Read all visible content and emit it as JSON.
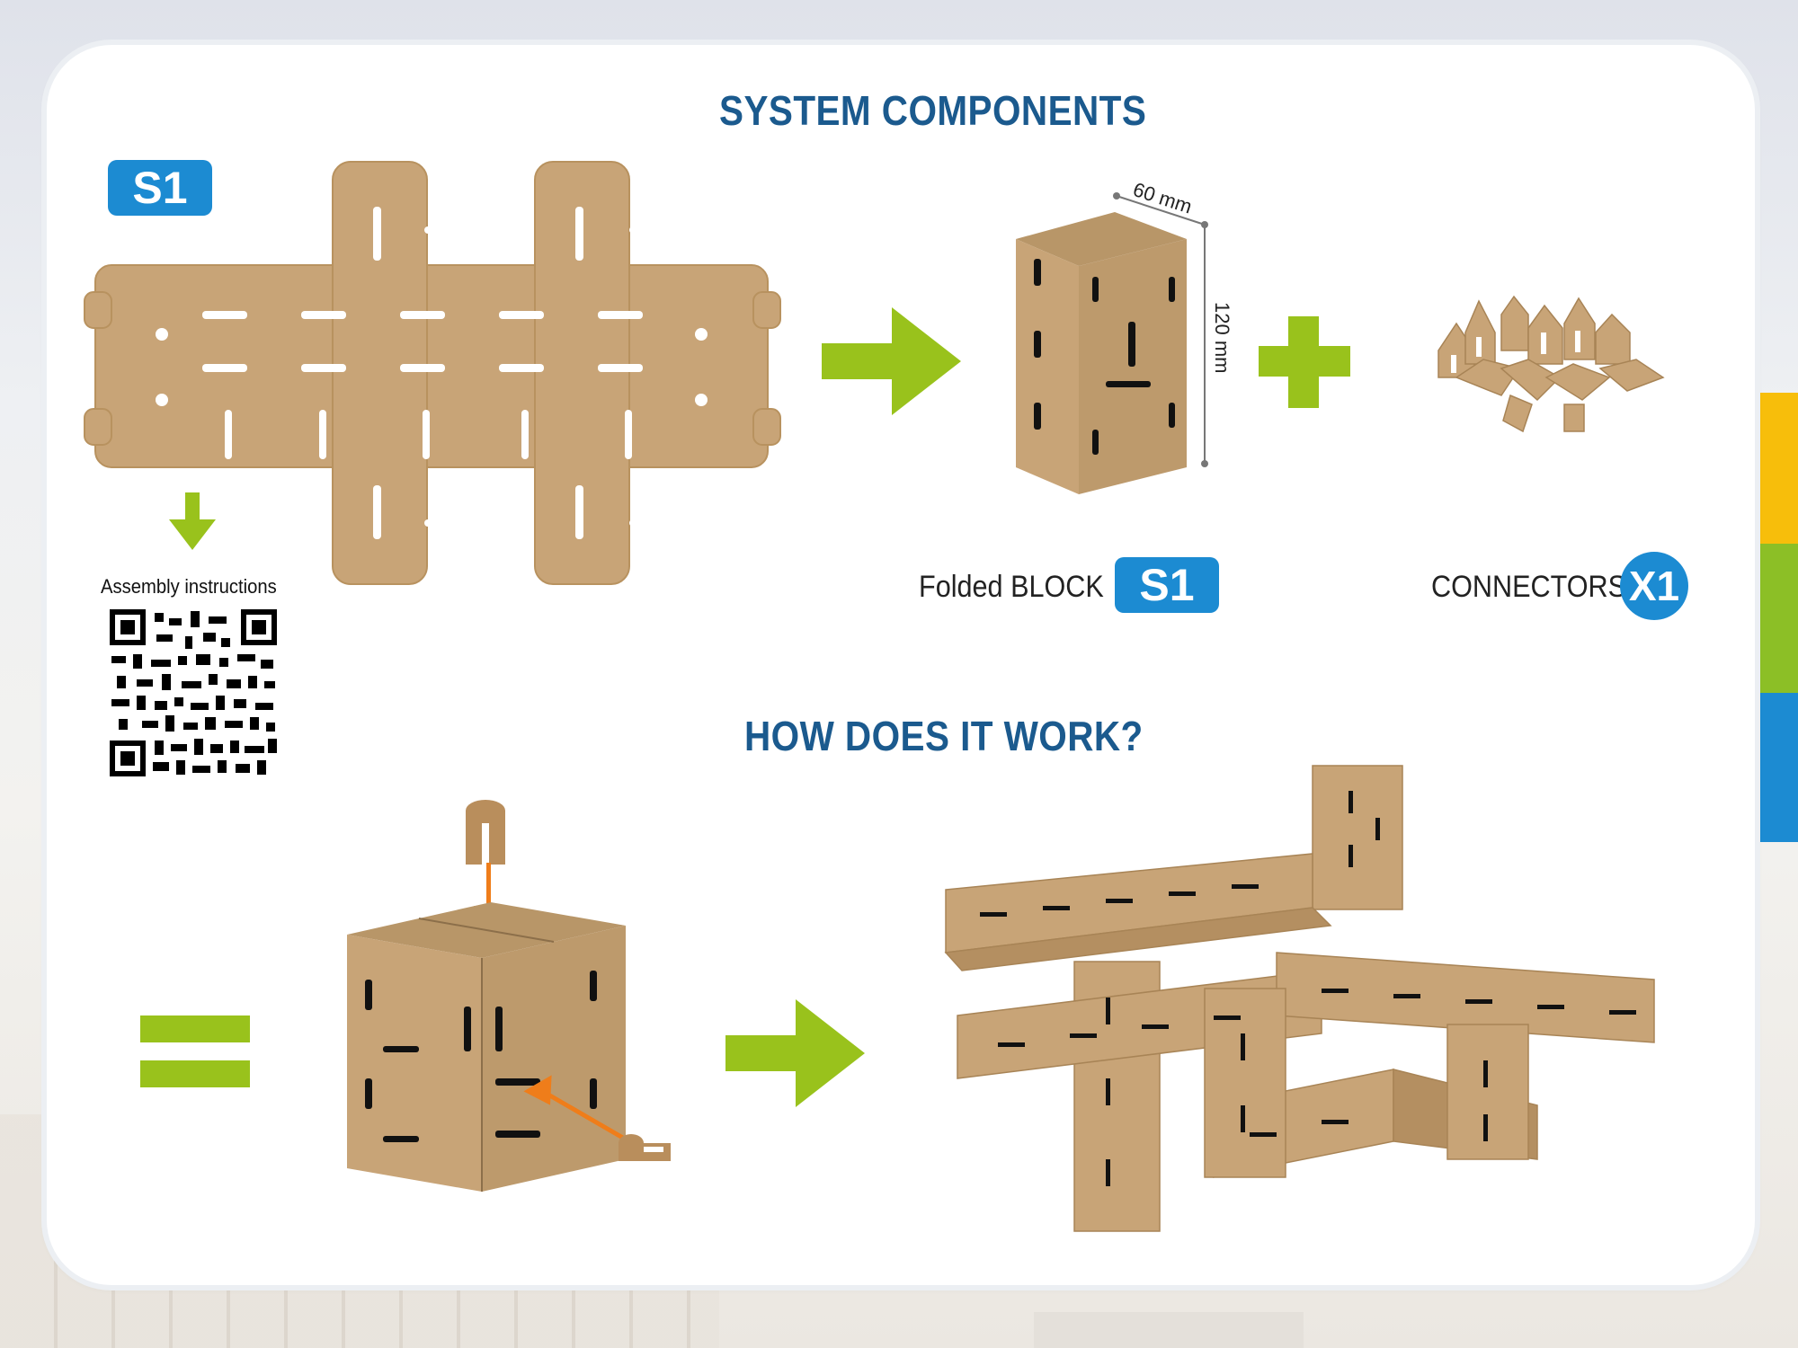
{
  "headings": {
    "system_components": "SYSTEM COMPONENTS",
    "how_does_it_work": "HOW DOES IT WORK?"
  },
  "badges": {
    "flat_sheet": "S1",
    "folded_block": "S1",
    "connectors": "X1"
  },
  "labels": {
    "assembly_instructions": "Assembly instructions",
    "folded_block": "Folded BLOCK",
    "connectors": "CONNECTORS"
  },
  "dimensions": {
    "width": "60 mm",
    "height": "120 mm"
  },
  "colors": {
    "heading": "#1b5a8e",
    "badge": "#1c8bd2",
    "arrow_green": "#99c21c",
    "arrow_orange": "#ef7d1a",
    "cardboard": "#c8a477",
    "side_yellow": "#f7be0b",
    "side_green": "#8cbf26",
    "side_blue": "#1c8bd2"
  },
  "icons": [
    "arrow-right-icon",
    "plus-icon",
    "equals-icon",
    "arrow-down-icon",
    "qr-code-icon"
  ]
}
